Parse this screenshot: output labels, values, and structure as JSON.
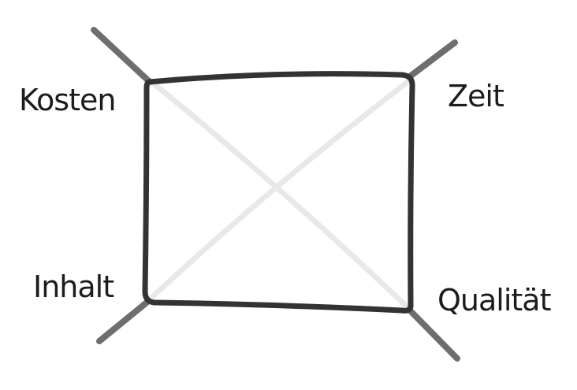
{
  "corners": {
    "top_left": "Kosten",
    "top_right": "Zeit",
    "bottom_left": "Inhalt",
    "bottom_right": "Qualität"
  },
  "colors": {
    "frame": "#333333",
    "corner_lines": "#6e6e6e",
    "diagonals": "#e8e8e8",
    "text": "#1c1c1c"
  }
}
